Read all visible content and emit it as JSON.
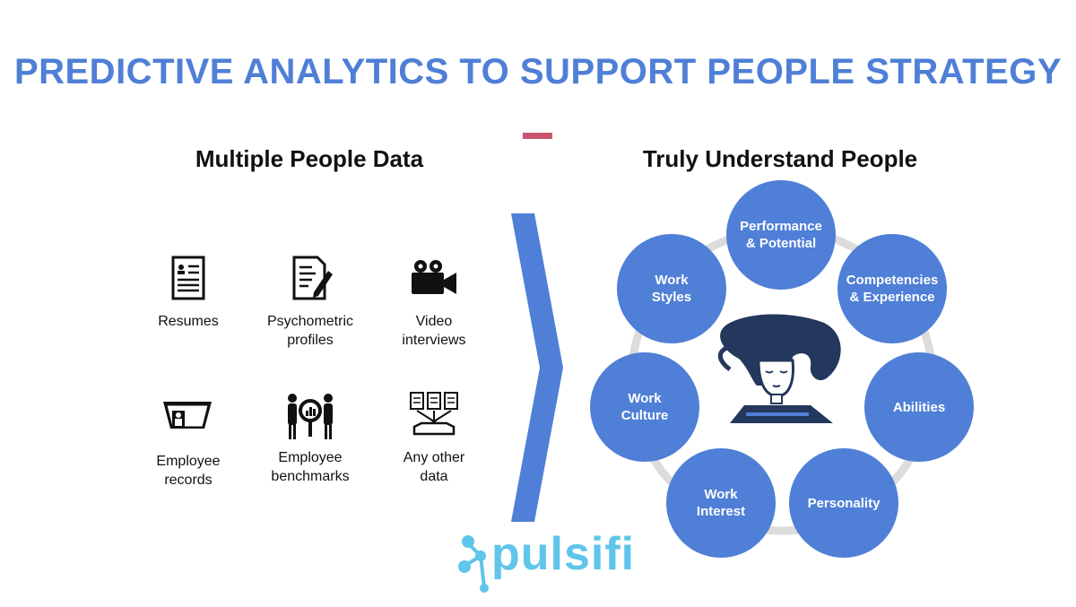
{
  "title": "PREDICTIVE ANALYTICS TO SUPPORT PEOPLE STRATEGY",
  "left": {
    "heading": "Multiple People Data",
    "items": [
      {
        "label": "Resumes",
        "icon": "resume-icon"
      },
      {
        "label": "Psychometric\nprofiles",
        "icon": "document-pen-icon"
      },
      {
        "label": "Video\ninterviews",
        "icon": "video-camera-icon"
      },
      {
        "label": "Employee\nrecords",
        "icon": "folder-person-icon"
      },
      {
        "label": "Employee\nbenchmarks",
        "icon": "people-magnifier-icon"
      },
      {
        "label": "Any other\ndata",
        "icon": "documents-tray-icon"
      }
    ]
  },
  "right": {
    "heading": "Truly Understand People",
    "circles": [
      {
        "label": "Performance\n& Potential"
      },
      {
        "label": "Competencies\n& Experience"
      },
      {
        "label": "Abilities"
      },
      {
        "label": "Personality"
      },
      {
        "label": "Work\nInterest"
      },
      {
        "label": "Work\nCulture"
      },
      {
        "label": "Work\nStyles"
      }
    ],
    "center_icon": "person-thinking-icon"
  },
  "logo": {
    "text": "pulsifi",
    "icon": "molecule-icon"
  },
  "colors": {
    "primary": "#4f7fd6",
    "accent": "#c9566e",
    "logo": "#5fc5ea",
    "ring": "#dcdcdc"
  }
}
